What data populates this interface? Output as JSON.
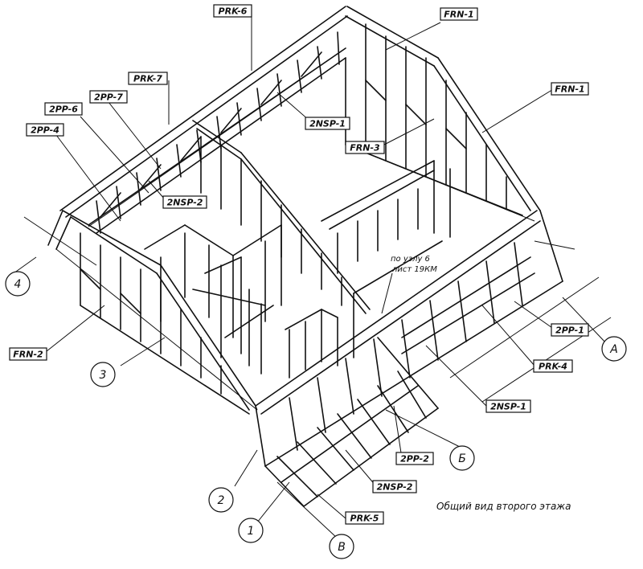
{
  "labels": {
    "prk6": "PRK-6",
    "frn1_top": "FRN-1",
    "frn1_right": "FRN-1",
    "prk7": "PRK-7",
    "pp7": "2PP-7",
    "pp6": "2PP-6",
    "nsp1_top": "2NSP-1",
    "pp4": "2PP-4",
    "frn3": "FRN-3",
    "nsp2_top": "2NSP-2",
    "frn2": "FRN-2",
    "pp1": "2PP-1",
    "prk4": "PRK-4",
    "nsp1_bottom": "2NSP-1",
    "pp2": "2PP-2",
    "nsp2_bottom": "2NSP-2",
    "prk5": "PRK-5"
  },
  "axes": {
    "a4": "4",
    "a3": "3",
    "a2": "2",
    "a1": "1",
    "aA": "A",
    "aB": "Б",
    "aV": "В"
  },
  "note": {
    "line1": "по узлу 6",
    "line2": "лист 19КМ"
  },
  "caption": "Общий вид второго этажа"
}
